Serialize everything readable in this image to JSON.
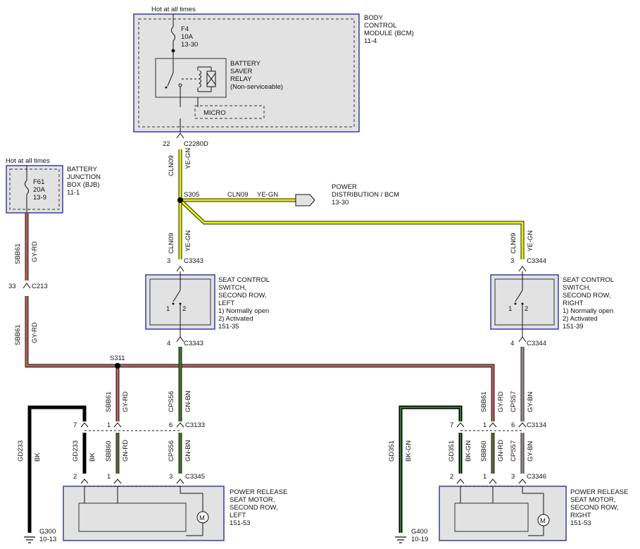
{
  "bcm": {
    "hot_label": "Hot at all times",
    "fuse_name": "F4",
    "fuse_rating": "10A",
    "fuse_ref": "13-30",
    "module_title": [
      "BODY",
      "CONTROL",
      "MODULE (BCM)",
      "11-4"
    ],
    "relay_label": [
      "BATTERY",
      "SAVER",
      "RELAY",
      "(Non-serviceable)"
    ],
    "micro_label": "MICRO",
    "connector_pin": "22",
    "connector_id": "C2280D"
  },
  "bjb": {
    "hot_label": "Hot at all times",
    "fuse_name": "F61",
    "fuse_rating": "20A",
    "fuse_ref": "13-9",
    "module_title": [
      "BATTERY",
      "JUNCTION",
      "BOX (BJB)",
      "11-1"
    ]
  },
  "splices": {
    "s305": "S305",
    "s311": "S311"
  },
  "power_dist": {
    "circuit": "CLN09",
    "color": "YE-GN",
    "label": [
      "POWER",
      "DISTRIBUTION / BCM",
      "13-30"
    ]
  },
  "wires": {
    "cln09": "CLN09",
    "ye_gn": "YE-GN",
    "sbb61": "SBB61",
    "gy_rd": "GY-RD",
    "cps56": "CPS56",
    "gn_bn": "GN-BN",
    "cps57": "CPS57",
    "gy_bn": "GY-BN",
    "gd233": "GD233",
    "bk": "BK",
    "gd351": "GD351",
    "bk_gn": "BK-GN",
    "sbb60": "SBB60",
    "gn_rd": "GN-RD"
  },
  "connectors": {
    "c213_pin": "33",
    "c213": "C213",
    "c3343_pin_top": "3",
    "c3343_pin_bot": "4",
    "c3343": "C3343",
    "c3344_pin_top": "3",
    "c3344_pin_bot": "4",
    "c3344": "C3344",
    "c3133": "C3133",
    "c3133_pins": [
      "7",
      "1",
      "6"
    ],
    "c3134": "C3134",
    "c3134_pins": [
      "7",
      "1",
      "6"
    ],
    "c3345": "C3345",
    "c3345_pins": [
      "2",
      "1",
      "3"
    ],
    "c3346": "C3346",
    "c3346_pins": [
      "2",
      "1",
      "3"
    ]
  },
  "switch_left": {
    "title": [
      "SEAT CONTROL",
      "SWITCH,",
      "SECOND ROW,",
      "LEFT"
    ],
    "notes": [
      "1) Normally open",
      "2) Activated",
      "151-35"
    ],
    "pin1": "1",
    "pin2": "2"
  },
  "switch_right": {
    "title": [
      "SEAT CONTROL",
      "SWITCH,",
      "SECOND ROW,",
      "RIGHT"
    ],
    "notes": [
      "1) Normally open",
      "2) Activated",
      "151-39"
    ],
    "pin1": "1",
    "pin2": "2"
  },
  "motor_left": {
    "title": [
      "POWER RELEASE",
      "SEAT MOTOR,",
      "SECOND ROW,",
      "LEFT",
      "151-53"
    ],
    "symbol": "M"
  },
  "motor_right": {
    "title": [
      "POWER RELEASE",
      "SEAT MOTOR,",
      "SECOND ROW,",
      "RIGHT",
      "151-53"
    ],
    "symbol": "M"
  },
  "grounds": {
    "g300": "G300",
    "g300_ref": "10-13",
    "g400": "G400",
    "g400_ref": "10-19"
  },
  "colors": {
    "yellow_green": "#e8f000",
    "green_stripe": "#2a7a1a",
    "gray": "#9a9a9a",
    "red": "#c0392b",
    "green": "#2e7d2e",
    "black": "#000000",
    "box_border": "#3a3aa8"
  }
}
